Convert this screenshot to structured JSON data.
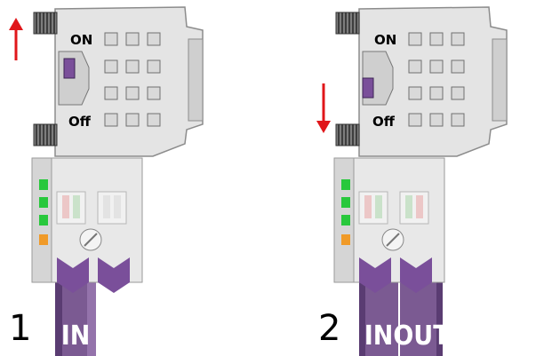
{
  "panels": [
    {
      "step": "1",
      "switch_on_label": "ON",
      "switch_off_label": "Off",
      "switch_state": "ON",
      "arrow_direction": "up",
      "cables": [
        {
          "label": "IN"
        }
      ],
      "leds": [
        "green",
        "green",
        "green",
        "orange"
      ]
    },
    {
      "step": "2",
      "switch_on_label": "ON",
      "switch_off_label": "Off",
      "switch_state": "Off",
      "arrow_direction": "down",
      "cables": [
        {
          "label": "IN"
        },
        {
          "label": "OUT"
        }
      ],
      "leds": [
        "green",
        "green",
        "green",
        "orange"
      ]
    }
  ],
  "colors": {
    "housing": "#e4e4e4",
    "housing_edge": "#8c8c8c",
    "cable": "#7b5a92",
    "cable_dark": "#5a3c72",
    "slider": "#7a4f9a",
    "arrow": "#e0161a",
    "led_green": "#28c83c",
    "led_orange": "#f09a28"
  }
}
